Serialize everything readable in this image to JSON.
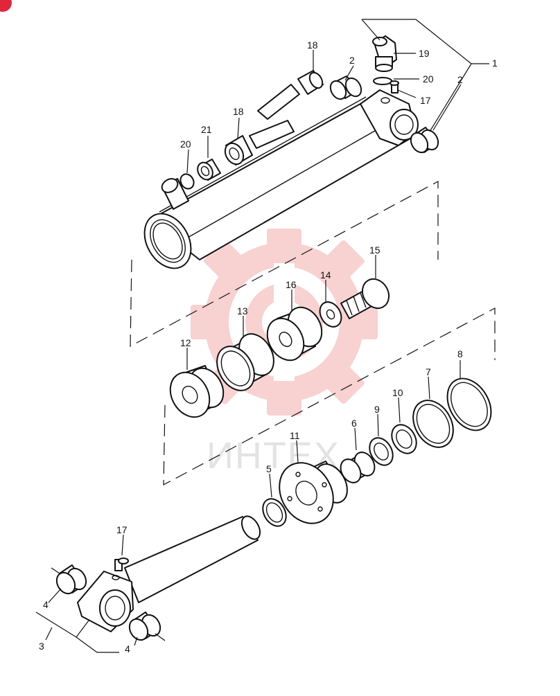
{
  "watermark": {
    "text": "ИНТЕХ",
    "color": "#f7c9c9"
  },
  "badge": {
    "color": "#e0263a"
  },
  "labels": [
    {
      "id": "c1",
      "text": "1"
    },
    {
      "id": "c2a",
      "text": "2"
    },
    {
      "id": "c2b",
      "text": "2"
    },
    {
      "id": "c3",
      "text": "3"
    },
    {
      "id": "c4a",
      "text": "4"
    },
    {
      "id": "c4b",
      "text": "4"
    },
    {
      "id": "c5",
      "text": "5"
    },
    {
      "id": "c6",
      "text": "6"
    },
    {
      "id": "c7",
      "text": "7"
    },
    {
      "id": "c8",
      "text": "8"
    },
    {
      "id": "c9",
      "text": "9"
    },
    {
      "id": "c10",
      "text": "10"
    },
    {
      "id": "c11",
      "text": "11"
    },
    {
      "id": "c12",
      "text": "12"
    },
    {
      "id": "c13",
      "text": "13"
    },
    {
      "id": "c14",
      "text": "14"
    },
    {
      "id": "c15",
      "text": "15"
    },
    {
      "id": "c16",
      "text": "16"
    },
    {
      "id": "c17a",
      "text": "17"
    },
    {
      "id": "c17b",
      "text": "17"
    },
    {
      "id": "c18a",
      "text": "18"
    },
    {
      "id": "c18b",
      "text": "18"
    },
    {
      "id": "c19",
      "text": "19"
    },
    {
      "id": "c20a",
      "text": "20"
    },
    {
      "id": "c20b",
      "text": "20"
    },
    {
      "id": "c21",
      "text": "21"
    }
  ]
}
